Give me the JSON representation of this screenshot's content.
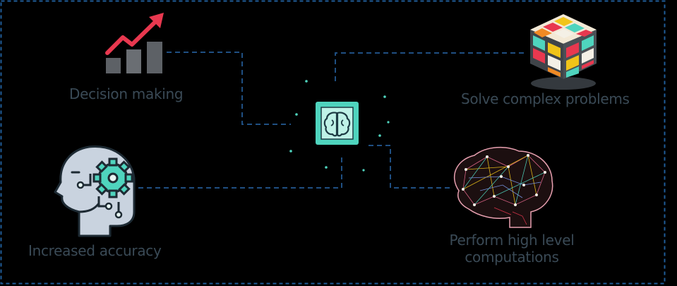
{
  "diagram": {
    "center_node": {
      "icon": "brain-chip-icon"
    },
    "nodes": [
      {
        "id": "decision",
        "label": "Decision making",
        "icon": "rising-bar-chart-icon"
      },
      {
        "id": "solve",
        "label": "Solve complex problems",
        "icon": "rubiks-cube-icon"
      },
      {
        "id": "accuracy",
        "label": "Increased accuracy",
        "icon": "head-gear-circuit-icon"
      },
      {
        "id": "perform",
        "label": "Perform high level computations",
        "icon": "neural-brain-network-icon"
      }
    ]
  },
  "colors": {
    "connector": "#1f4f82",
    "border": "#1f5d99",
    "label_text": "#3a4a56",
    "accent_teal": "#4fd4be",
    "accent_red": "#e8384f",
    "icon_gray": "#5d6166"
  }
}
